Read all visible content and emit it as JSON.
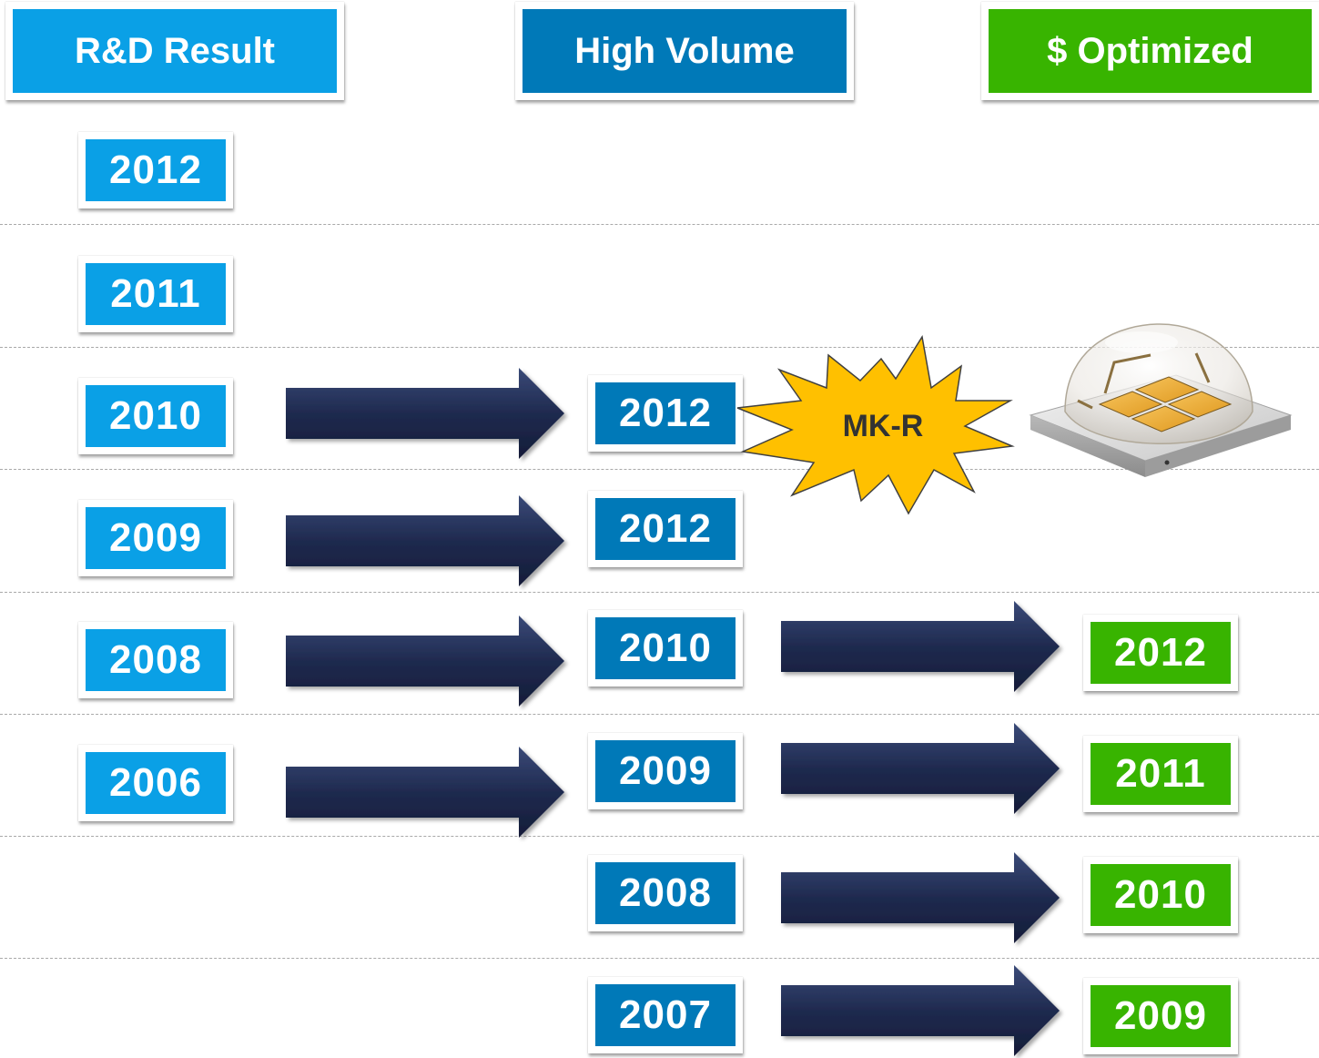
{
  "headers": {
    "rd": "R&D Result",
    "high_volume": "High Volume",
    "optimized": "$ Optimized"
  },
  "columns": {
    "rd_result": [
      "2012",
      "2011",
      "2010",
      "2009",
      "2008",
      "2006"
    ],
    "high_volume": [
      "2012",
      "2012",
      "2010",
      "2009",
      "2008",
      "2007"
    ],
    "optimized": [
      "2012",
      "2011",
      "2010",
      "2009"
    ]
  },
  "callout": {
    "label": "MK-R",
    "icon": "led-package-icon"
  },
  "colors": {
    "rd": "#0aa0e6",
    "high_volume": "#0079b8",
    "optimized": "#38b400",
    "arrow": "#1f2a4f",
    "starburst": "#ffc000"
  }
}
